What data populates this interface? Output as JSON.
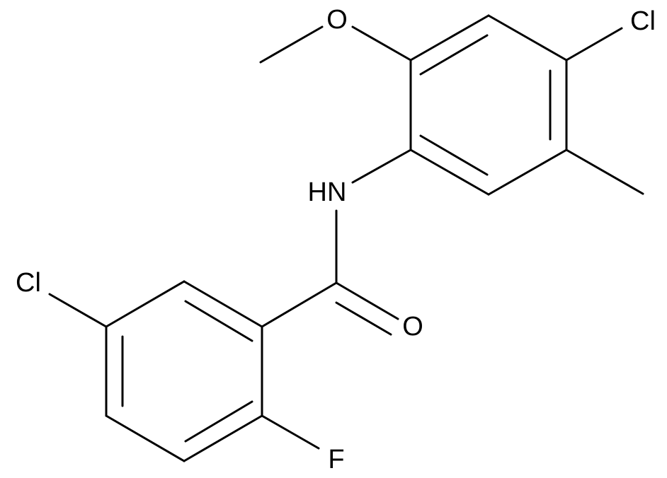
{
  "molecule": {
    "atom_labels": {
      "cl_top": "Cl",
      "o_methoxy": "O",
      "nh": "HN",
      "cl_left": "Cl",
      "o_carbonyl": "O",
      "f": "F"
    }
  },
  "colors": {
    "bond": "#000000",
    "label": "#000000",
    "background": "#ffffff"
  }
}
